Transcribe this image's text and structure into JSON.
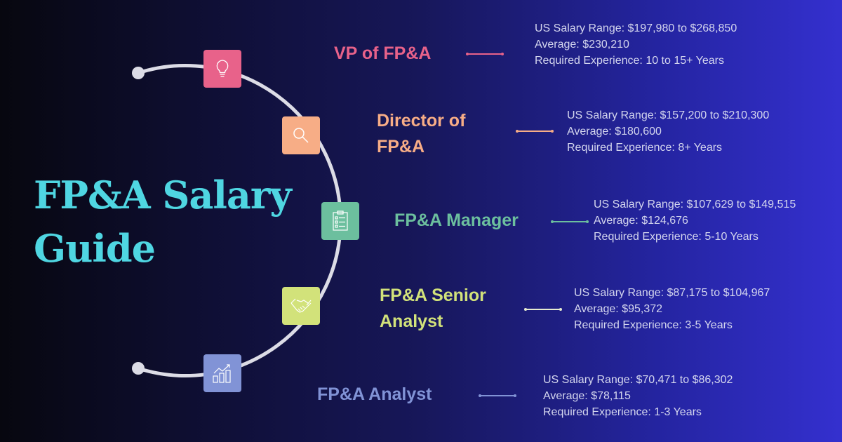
{
  "title": {
    "line1": "FP&A Salary",
    "line2": "Guide"
  },
  "colors": {
    "title": "#4fd6e2",
    "arc": "#dcdce6"
  },
  "roles": [
    {
      "name_line1": "VP of FP&A",
      "name_line2": "",
      "color": "#e8628a",
      "icon": "lightbulb-icon",
      "range": "US Salary Range: $197,980 to $268,850",
      "average": "Average: $230,210",
      "experience": "Required Experience: 10 to 15+ Years"
    },
    {
      "name_line1": "Director of",
      "name_line2": "FP&A",
      "color": "#f7ad86",
      "icon": "magnifier-icon",
      "range": "US Salary Range: $157,200 to $210,300",
      "average": "Average: $180,600",
      "experience": "Required Experience: 8+ Years"
    },
    {
      "name_line1": "FP&A Manager",
      "name_line2": "",
      "color": "#6cbf9e",
      "icon": "checklist-icon",
      "range": "US Salary Range: $107,629 to $149,515",
      "average": "Average: $124,676",
      "experience": "Required Experience: 5-10 Years"
    },
    {
      "name_line1": "FP&A Senior",
      "name_line2": "Analyst",
      "color": "#d2e27a",
      "icon": "handshake-icon",
      "range": "US Salary Range: $87,175 to $104,967",
      "average": "Average: $95,372",
      "experience": "Required Experience: 3-5 Years"
    },
    {
      "name_line1": "FP&A Analyst",
      "name_line2": "",
      "color": "#8193d6",
      "icon": "bar-chart-icon",
      "range": "US Salary Range: $70,471 to $86,302",
      "average": "Average: $78,115",
      "experience": "Required Experience: 1-3 Years"
    }
  ]
}
